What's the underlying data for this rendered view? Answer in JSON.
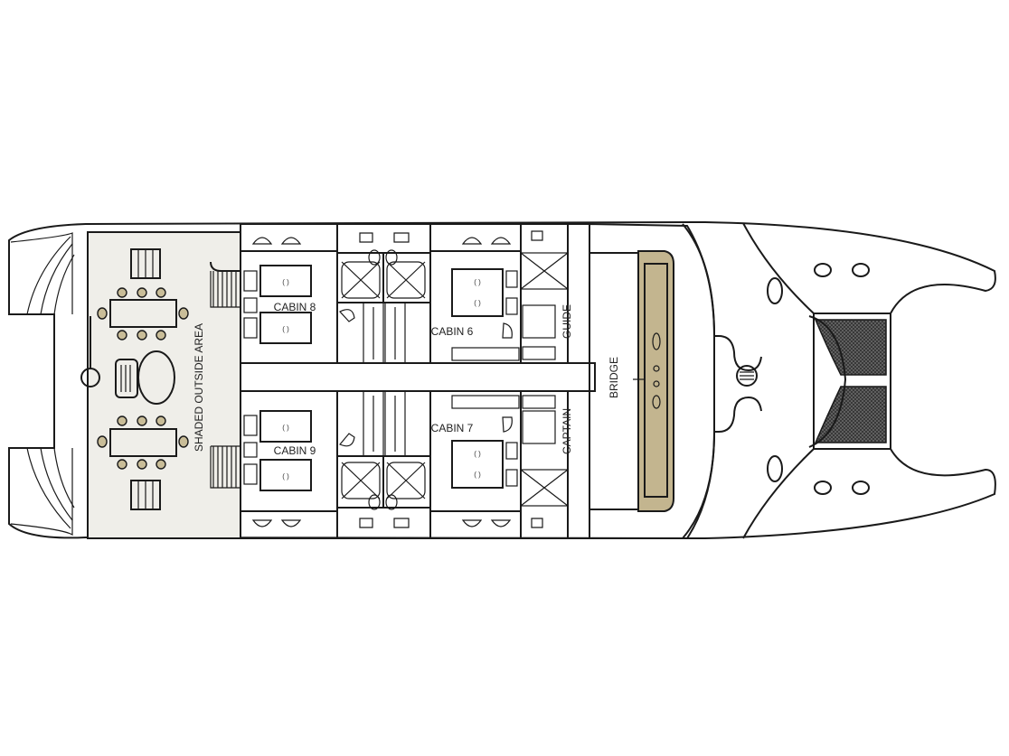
{
  "labels": {
    "shaded_outside_area": "SHADED OUTSIDE AREA",
    "cabin_8": "CABIN 8",
    "cabin_9": "CABIN 9",
    "cabin_6": "CABIN 6",
    "cabin_7": "CABIN 7",
    "guide": "GUIDE",
    "captain": "CAPTAIN",
    "bridge": "BRIDGE",
    "pillow": "( )"
  },
  "colors": {
    "deck_fill": "#efeee9",
    "furniture_fill": "#c9bd98",
    "corridor_fill": "#efeee9",
    "dark_fill": "#a9a59d",
    "bridge_console": "#c3b58f",
    "net_fill": "#555555",
    "outline": "#1a1a1a",
    "hull_fill": "#ffffff"
  }
}
